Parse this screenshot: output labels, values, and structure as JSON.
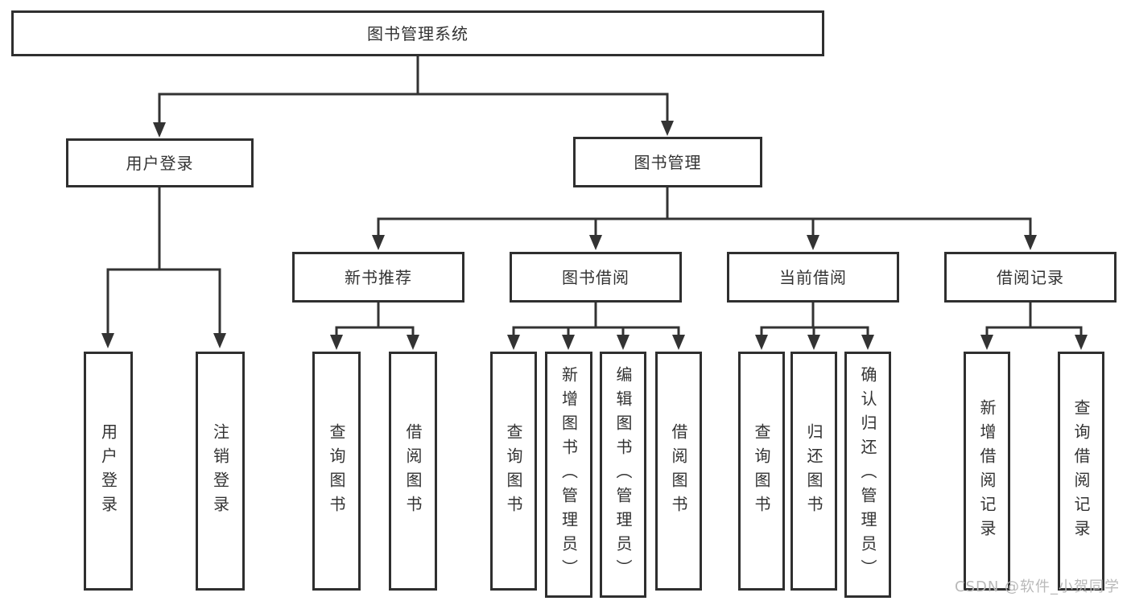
{
  "tree": {
    "root": {
      "label": "图书管理系统"
    },
    "level2": [
      {
        "label": "用户登录",
        "children": [
          {
            "label": "用户登录"
          },
          {
            "label": "注销登录"
          }
        ]
      },
      {
        "label": "图书管理",
        "children": [
          {
            "label": "新书推荐",
            "children": [
              {
                "label": "查询图书"
              },
              {
                "label": "借阅图书"
              }
            ]
          },
          {
            "label": "图书借阅",
            "children": [
              {
                "label": "查询图书"
              },
              {
                "label": "新增图书（管理员）"
              },
              {
                "label": "编辑图书（管理员）"
              },
              {
                "label": "借阅图书"
              }
            ]
          },
          {
            "label": "当前借阅",
            "children": [
              {
                "label": "查询图书"
              },
              {
                "label": "归还图书"
              },
              {
                "label": "确认归还（管理员）"
              }
            ]
          },
          {
            "label": "借阅记录",
            "children": [
              {
                "label": "新增借阅记录"
              },
              {
                "label": "查询借阅记录"
              }
            ]
          }
        ]
      }
    ]
  },
  "watermark": {
    "text": "CSDN @软件_小贺同学",
    "color": "#b9b9b9"
  },
  "colors": {
    "background": "#ffffff",
    "box_border": "#2f2f2f",
    "line": "#333333",
    "text": "#333333"
  }
}
